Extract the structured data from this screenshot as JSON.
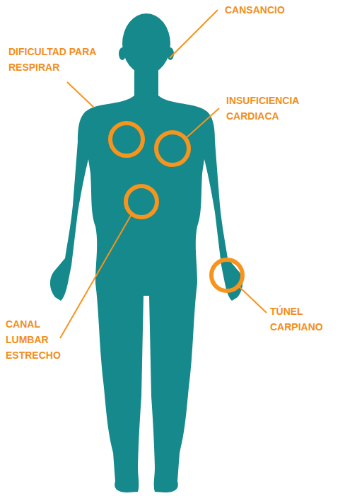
{
  "diagram": {
    "labels": [
      "CANSANCIO",
      "DIFICULTAD PARA RESPIRAR",
      "INSUFICIENCIA CARDIACA",
      "CANAL LUMBAR ESTRECHO",
      "TÚNEL CARPIANO"
    ]
  }
}
